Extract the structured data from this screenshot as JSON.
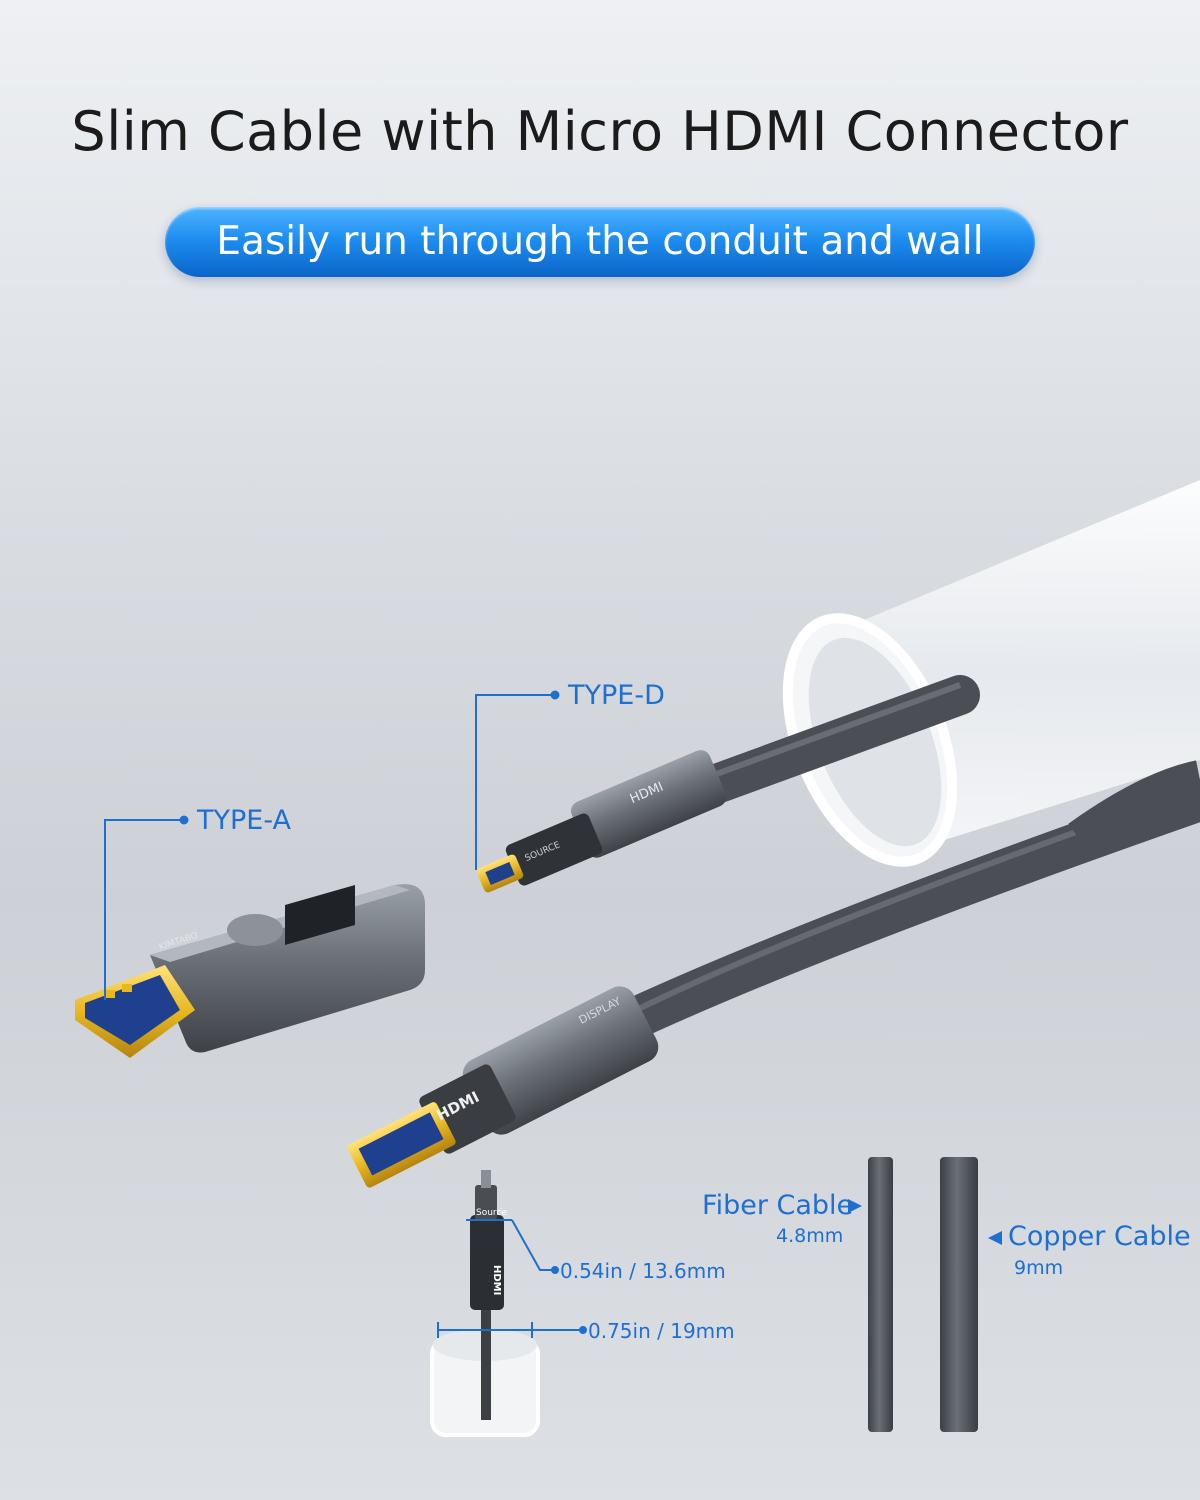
{
  "title": "Slim Cable with Micro HDMI Connector",
  "banner": "Easily run through the conduit and wall",
  "callouts": {
    "type_d": "TYPE-D",
    "type_a": "TYPE-A"
  },
  "cable_sizes": {
    "fiber_label": "Fiber Cable",
    "fiber_size": "4.8mm",
    "copper_label": "Copper Cable",
    "copper_size": "9mm"
  },
  "dimensions": {
    "head_width": "0.54in / 13.6mm",
    "conduit_width": "0.75in / 19mm"
  },
  "product_print": {
    "hdmi": "HDMI",
    "source": "SOURCE",
    "source_small": "Source",
    "display": "DISPLAY",
    "brand": "KIMTABO"
  },
  "colors": {
    "accent_blue": "#1f6fd1",
    "banner_blue": "#1e8ef0",
    "cable_gray": "#5a5f66",
    "gold": "#e8b820"
  }
}
